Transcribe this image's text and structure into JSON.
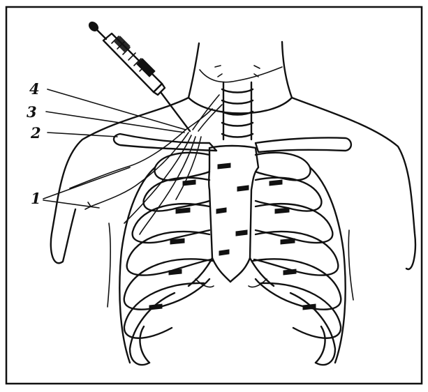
{
  "figure": {
    "labels": [
      {
        "id": "label-1",
        "text": "1"
      },
      {
        "id": "label-2",
        "text": "2"
      },
      {
        "id": "label-3",
        "text": "3"
      },
      {
        "id": "label-4",
        "text": "4"
      }
    ]
  }
}
